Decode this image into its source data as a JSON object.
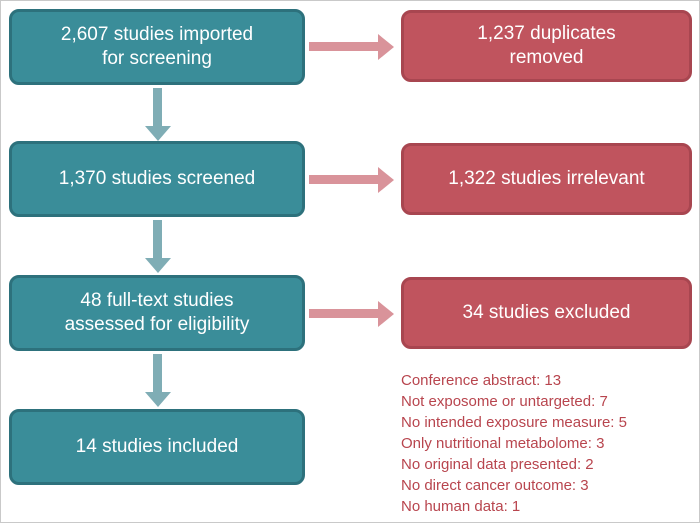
{
  "flow": {
    "left_boxes": [
      {
        "label": "2,607 studies imported\nfor screening"
      },
      {
        "label": "1,370 studies screened"
      },
      {
        "label": "48 full-text studies\nassessed for eligibility"
      },
      {
        "label": "14 studies included"
      }
    ],
    "right_boxes": [
      {
        "label": "1,237 duplicates\nremoved"
      },
      {
        "label": "1,322 studies irrelevant"
      },
      {
        "label": "34 studies excluded"
      }
    ],
    "exclusion_reasons": [
      "Conference abstract: 13",
      "Not exposome or untargeted: 7",
      "No intended exposure measure: 5",
      "Only nutritional metabolome: 3",
      "No original data presented: 2",
      "No direct cancer outcome: 3",
      "No human data: 1"
    ]
  },
  "colors": {
    "teal_fill": "#3a8d99",
    "teal_border": "#2d717c",
    "teal_arrow": "#7fadb5",
    "red_fill": "#c0545e",
    "red_border": "#a84650",
    "pink_arrow": "#d9939a",
    "red_text": "#b8454e",
    "box_text": "#ffffff"
  }
}
